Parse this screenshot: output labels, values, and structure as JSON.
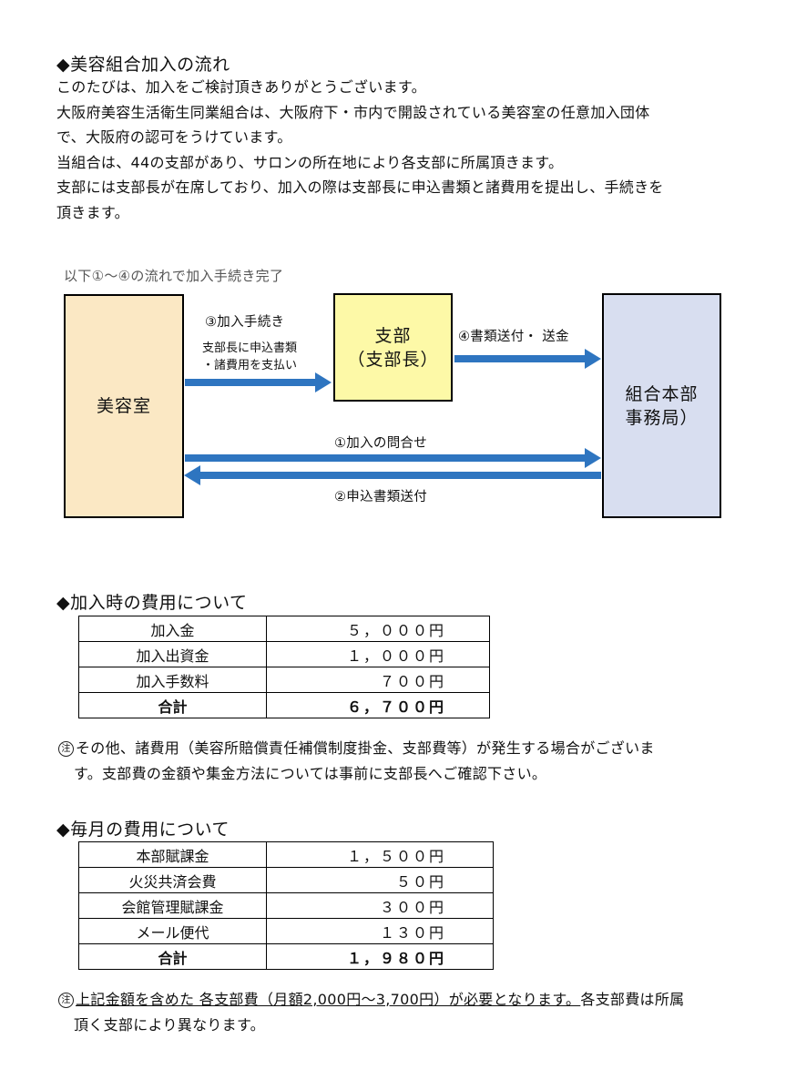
{
  "section1": {
    "heading": "◆美容組合加入の流れ",
    "lines": [
      "このたびは、加入をご検討頂きありがとうございます。",
      "大阪府美容生活衛生同業組合は、大阪府下・市内で開設されている美容室の任意加入団体",
      "で、大阪府の認可をうけています。",
      "当組合は、44の支部があり、サロンの所在地により各支部に所属頂きます。",
      "支部には支部長が在席しており、加入の際は支部長に申込書類と諸費用を提出し、手続きを",
      "頂きます。"
    ]
  },
  "diagram": {
    "caption": "以下①～④の流れで加入手続き完了",
    "salon_label": "美容室",
    "branch_label_line1": "支部",
    "branch_label_line2": "（支部長）",
    "hq_label_line1": "組合本部",
    "hq_label_line2": "事務局）",
    "step3_label": "③加入手続き",
    "step3_sub1": "支部長に申込書類",
    "step3_sub2": "・諸費用を支払い",
    "step4_label": "④書類送付・ 送金",
    "step1_label": "①加入の問合せ",
    "step2_label": "②申込書類送付",
    "colors": {
      "arrow": "#2e75c0",
      "salon_fill": "#fbe8c4",
      "branch_fill": "#fdf9a7",
      "hq_fill": "#d8def0"
    }
  },
  "section2": {
    "heading": "◆加入時の費用について",
    "rows": [
      {
        "label": "加入金",
        "amount": "５，０００円"
      },
      {
        "label": "加入出資金",
        "amount": "１，０００円"
      },
      {
        "label": "加入手数料",
        "amount": "７００円"
      },
      {
        "label": "合計",
        "amount": "６，７００円"
      }
    ],
    "note_mark": "注",
    "note_lines": [
      "その他、諸費用（美容所賠償責任補償制度掛金、支部費等）が発生する場合がございま",
      "す。支部費の金額や集金方法については事前に支部長へご確認下さい。"
    ]
  },
  "section3": {
    "heading": "◆毎月の費用について",
    "rows": [
      {
        "label": "本部賦課金",
        "amount": "１，５００円"
      },
      {
        "label": "火災共済会費",
        "amount": "５０円"
      },
      {
        "label": "会館管理賦課金",
        "amount": "３００円"
      },
      {
        "label": "メール便代",
        "amount": "１３０円"
      },
      {
        "label": "合計",
        "amount": "１，９８０円"
      }
    ],
    "note_mark": "注",
    "note_underlined": "上記金額を含めた 各支部費（月額2,000円～3,700円）が必要となります。",
    "note_rest": "各支部費は所属",
    "note_line2": "頂く支部により異なります。"
  }
}
